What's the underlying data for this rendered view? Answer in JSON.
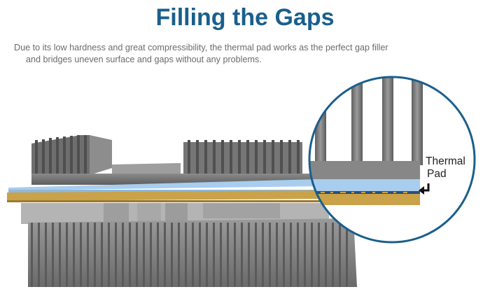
{
  "header": {
    "title": "Filling the Gaps",
    "description_line1": "Due to its low hardness and great compressibility, the thermal pad works as the perfect gap filler",
    "description_line2": "and bridges uneven surface and gaps without any problems."
  },
  "callout": {
    "label_line1": "Thermal",
    "label_line2": "Pad"
  },
  "colors": {
    "title": "#1a5f8c",
    "thermal_pad": "#a8cdee",
    "pcb": "#c9a24a",
    "heatsink": "#7d7d7d",
    "zoom_ring": "#1a5f8c"
  }
}
